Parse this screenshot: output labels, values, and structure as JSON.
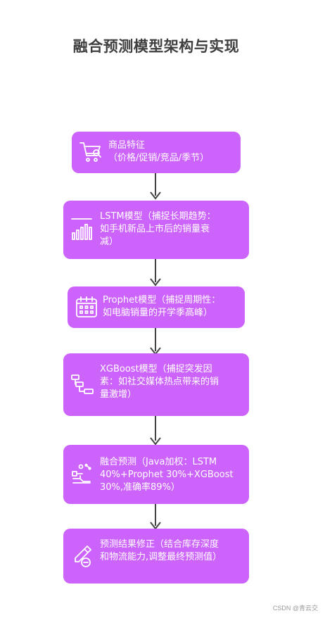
{
  "title": "融合预测模型架构与实现",
  "nodes": [
    {
      "line1": "商品特征",
      "line2": "（价格/促销/竞品/季节）",
      "line3": "",
      "icon": "shopping-cart-icon"
    },
    {
      "line1": "LSTM模型（捕捉长期趋势：",
      "line2": "如手机新品上市后的销量衰",
      "line3": "减）",
      "icon": "bar-chart-icon"
    },
    {
      "line1": "Prophet模型（捕捉周期性：",
      "line2": "如电脑销量的开学季高峰）",
      "line3": "",
      "icon": "calendar-icon"
    },
    {
      "line1": "XGBoost模型（捕捉突发因",
      "line2": "素：如社交媒体热点带来的销",
      "line3": "量激增）",
      "icon": "flow-tree-icon"
    },
    {
      "line1": "融合预测（Java加权：LSTM",
      "line2": "40%+Prophet 30%+XGBoost",
      "line3": "30%,准确率89%）",
      "icon": "weight-scale-icon"
    },
    {
      "line1": "预测结果修正（结合库存深度",
      "line2": "和物流能力,调整最终预测值）",
      "line3": "",
      "icon": "pencil-minus-icon"
    }
  ],
  "watermark": "CSDN @青云交",
  "colors": {
    "box": "#cc63fb",
    "arrow": "#444444",
    "title": "#3f3f3f"
  }
}
